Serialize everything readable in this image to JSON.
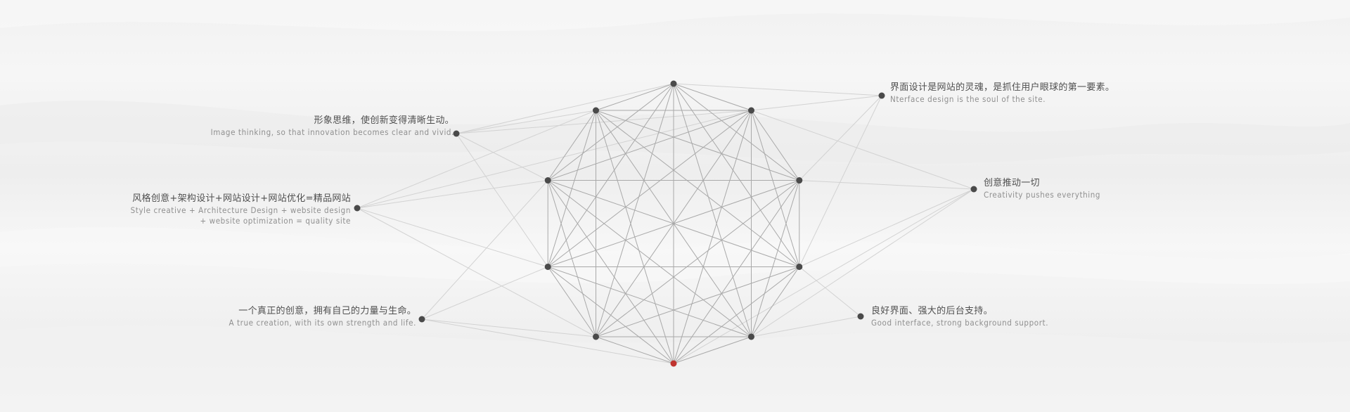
{
  "labels": {
    "image_thinking": {
      "zh": "形象思维，使创新变得清晰生动。",
      "en": "Image thinking, so that innovation becomes clear and vivid."
    },
    "style_creative": {
      "zh": "风格创意+架构设计+网站设计+网站优化=精品网站",
      "en_line1": "Style creative + Architecture Design + website design",
      "en_line2": "+ website optimization = quality site"
    },
    "true_creation": {
      "zh": "一个真正的创意，拥有自己的力量与生命。",
      "en": "A true creation, with its own strength and life."
    },
    "interface_soul": {
      "zh": "界面设计是网站的灵魂，是抓住用户眼球的第一要素。",
      "en": "Nterface design is the soul of the site."
    },
    "creativity": {
      "zh": "创意推动一切",
      "en": "Creativity pushes everything"
    },
    "good_interface": {
      "zh": "良好界面、强大的后台支持。",
      "en": "Good interface, strong background support."
    }
  },
  "colors": {
    "node": "#4a4a4a",
    "accent_node": "#c0342f",
    "inner_line": "#a9a9a9",
    "outer_line": "#d2d2d2"
  }
}
